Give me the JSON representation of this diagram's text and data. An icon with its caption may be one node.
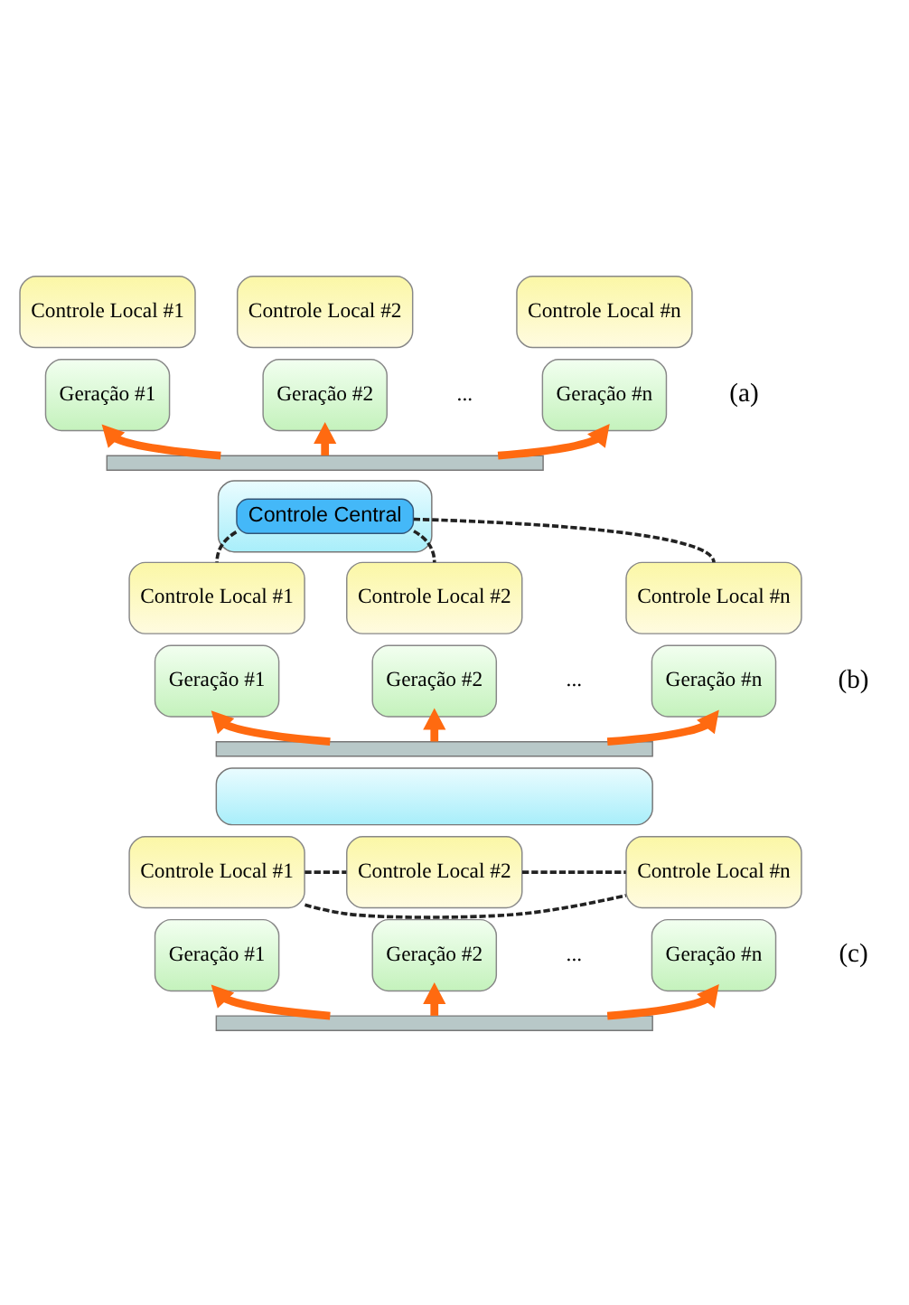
{
  "diagram": {
    "nodes": [
      {
        "text": [
          "Controle Local #1"
        ]
      },
      {
        "text": [
          "Controle Local #2"
        ]
      },
      {
        "text": [
          "Controle Local #n"
        ]
      },
      {
        "text": [
          "Geração #1"
        ]
      },
      {
        "text": [
          "Geração #2"
        ]
      },
      {
        "text": [
          "Geração #n"
        ]
      },
      {
        "text": [],
        "shape": "bar"
      },
      {
        "text": [],
        "shape": "box"
      },
      {
        "text": [
          "Controle Central"
        ],
        "in": 7
      },
      {
        "text": [
          "Controle Local #1"
        ]
      },
      {
        "text": [
          "Controle Local #2"
        ]
      },
      {
        "text": [
          "Controle Local #n"
        ]
      },
      {
        "text": [
          "Geração #1"
        ]
      },
      {
        "text": [
          "Geração #2"
        ]
      },
      {
        "text": [
          "Geração #n"
        ]
      },
      {
        "text": [],
        "shape": "bar"
      },
      {
        "text": [],
        "shape": "box"
      },
      {
        "text": [
          "Controle Local #1"
        ]
      },
      {
        "text": [
          "Controle Local #2"
        ]
      },
      {
        "text": [
          "Controle Local #n"
        ]
      },
      {
        "text": [
          "Geração #1"
        ]
      },
      {
        "text": [
          "Geração #2"
        ]
      },
      {
        "text": [
          "Geração #n"
        ]
      },
      {
        "text": [],
        "shape": "bar"
      }
    ],
    "edges": [
      {
        "from": 6,
        "to": 3,
        "arrow": "to"
      },
      {
        "from": 6,
        "to": 4,
        "arrow": "to"
      },
      {
        "from": 6,
        "to": 5,
        "arrow": "to"
      },
      {
        "from": 8,
        "to": 9,
        "arrow": "none",
        "style": "dashed",
        "color": "#222222"
      },
      {
        "from": 8,
        "to": 10,
        "arrow": "none",
        "style": "dashed",
        "color": "#222222"
      },
      {
        "from": 8,
        "to": 11,
        "arrow": "none",
        "style": "dashed",
        "color": "#222222"
      },
      {
        "from": 15,
        "to": 12,
        "arrow": "to"
      },
      {
        "from": 15,
        "to": 13,
        "arrow": "to"
      },
      {
        "from": 15,
        "to": 14,
        "arrow": "to"
      },
      {
        "from": 17,
        "to": 18,
        "arrow": "none",
        "style": "dashed",
        "color": "#222222"
      },
      {
        "from": 18,
        "to": 19,
        "arrow": "none",
        "style": "dashed",
        "color": "#222222"
      },
      {
        "from": 17,
        "to": 19,
        "arrow": "none",
        "style": "dashed",
        "color": "#222222"
      },
      {
        "from": 23,
        "to": 20,
        "arrow": "to"
      },
      {
        "from": 23,
        "to": 21,
        "arrow": "to"
      },
      {
        "from": 23,
        "to": 22,
        "arrow": "to"
      }
    ],
    "labels": [
      "...",
      "(a)",
      "...",
      "(b)",
      "...",
      "(c)"
    ]
  }
}
